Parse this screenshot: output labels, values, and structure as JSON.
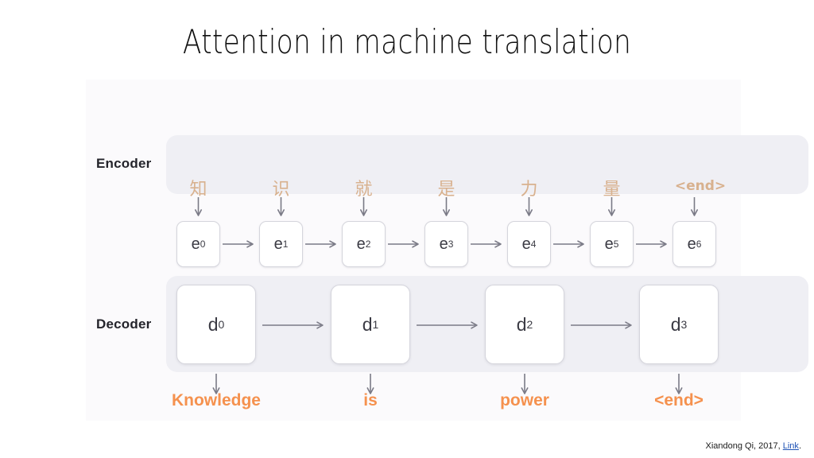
{
  "slide": {
    "title": "Attention in machine translation",
    "background_color": "#ffffff"
  },
  "colors": {
    "panel": "#efeff4",
    "diagram_bg": "#fbfafc",
    "cell_bg": "#ffffff",
    "cell_border": "#d5d5dc",
    "cell_text": "#3b3b44",
    "source_token": "#d8b18e",
    "output_token": "#f5914e",
    "arrow": "#7a7a86",
    "label": "#24242b",
    "link": "#1f53b5"
  },
  "encoder": {
    "label": "Encoder",
    "source_tokens": [
      "知",
      "识",
      "就",
      "是",
      "力",
      "量",
      "<end>"
    ],
    "cells": [
      {
        "base": "e",
        "index": "0"
      },
      {
        "base": "e",
        "index": "1"
      },
      {
        "base": "e",
        "index": "2"
      },
      {
        "base": "e",
        "index": "3"
      },
      {
        "base": "e",
        "index": "4"
      },
      {
        "base": "e",
        "index": "5"
      },
      {
        "base": "e",
        "index": "6"
      }
    ],
    "input_arrow_icon": "arrow-down-icon",
    "flow_arrow_icon": "arrow-right-icon"
  },
  "decoder": {
    "label": "Decoder",
    "cells": [
      {
        "base": "d",
        "index": "0"
      },
      {
        "base": "d",
        "index": "1"
      },
      {
        "base": "d",
        "index": "2"
      },
      {
        "base": "d",
        "index": "3"
      }
    ],
    "output_tokens": [
      "Knowledge",
      "is",
      "power",
      "<end>"
    ],
    "output_arrow_icon": "arrow-down-icon",
    "flow_arrow_icon": "arrow-right-icon"
  },
  "credit": {
    "author": "Xiandong Qi, 2017, ",
    "link_text": "Link",
    "suffix": "."
  }
}
